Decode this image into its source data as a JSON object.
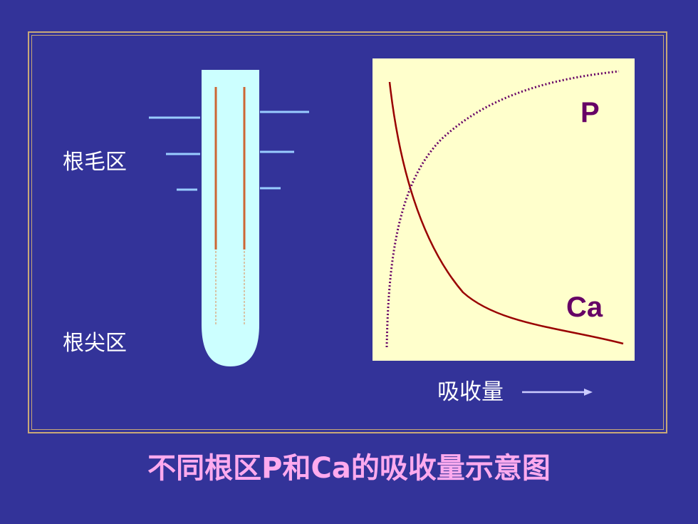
{
  "labels": {
    "root_hair_zone": "根毛区",
    "root_tip_zone": "根尖区",
    "absorption": "吸收量"
  },
  "curves": {
    "p_label": "P",
    "ca_label": "Ca"
  },
  "title": "不同根区P和Ca的吸收量示意图",
  "colors": {
    "background": "#333399",
    "frame": "#c8a878",
    "plot_background": "#ffffcc",
    "root": "#ccffff",
    "hair_line": "#99ccff",
    "vascular": "#cc6633",
    "ca_curve": "#990000",
    "p_curve": "#660066",
    "arrow": "#ccccff",
    "title": "#ffaaee"
  }
}
